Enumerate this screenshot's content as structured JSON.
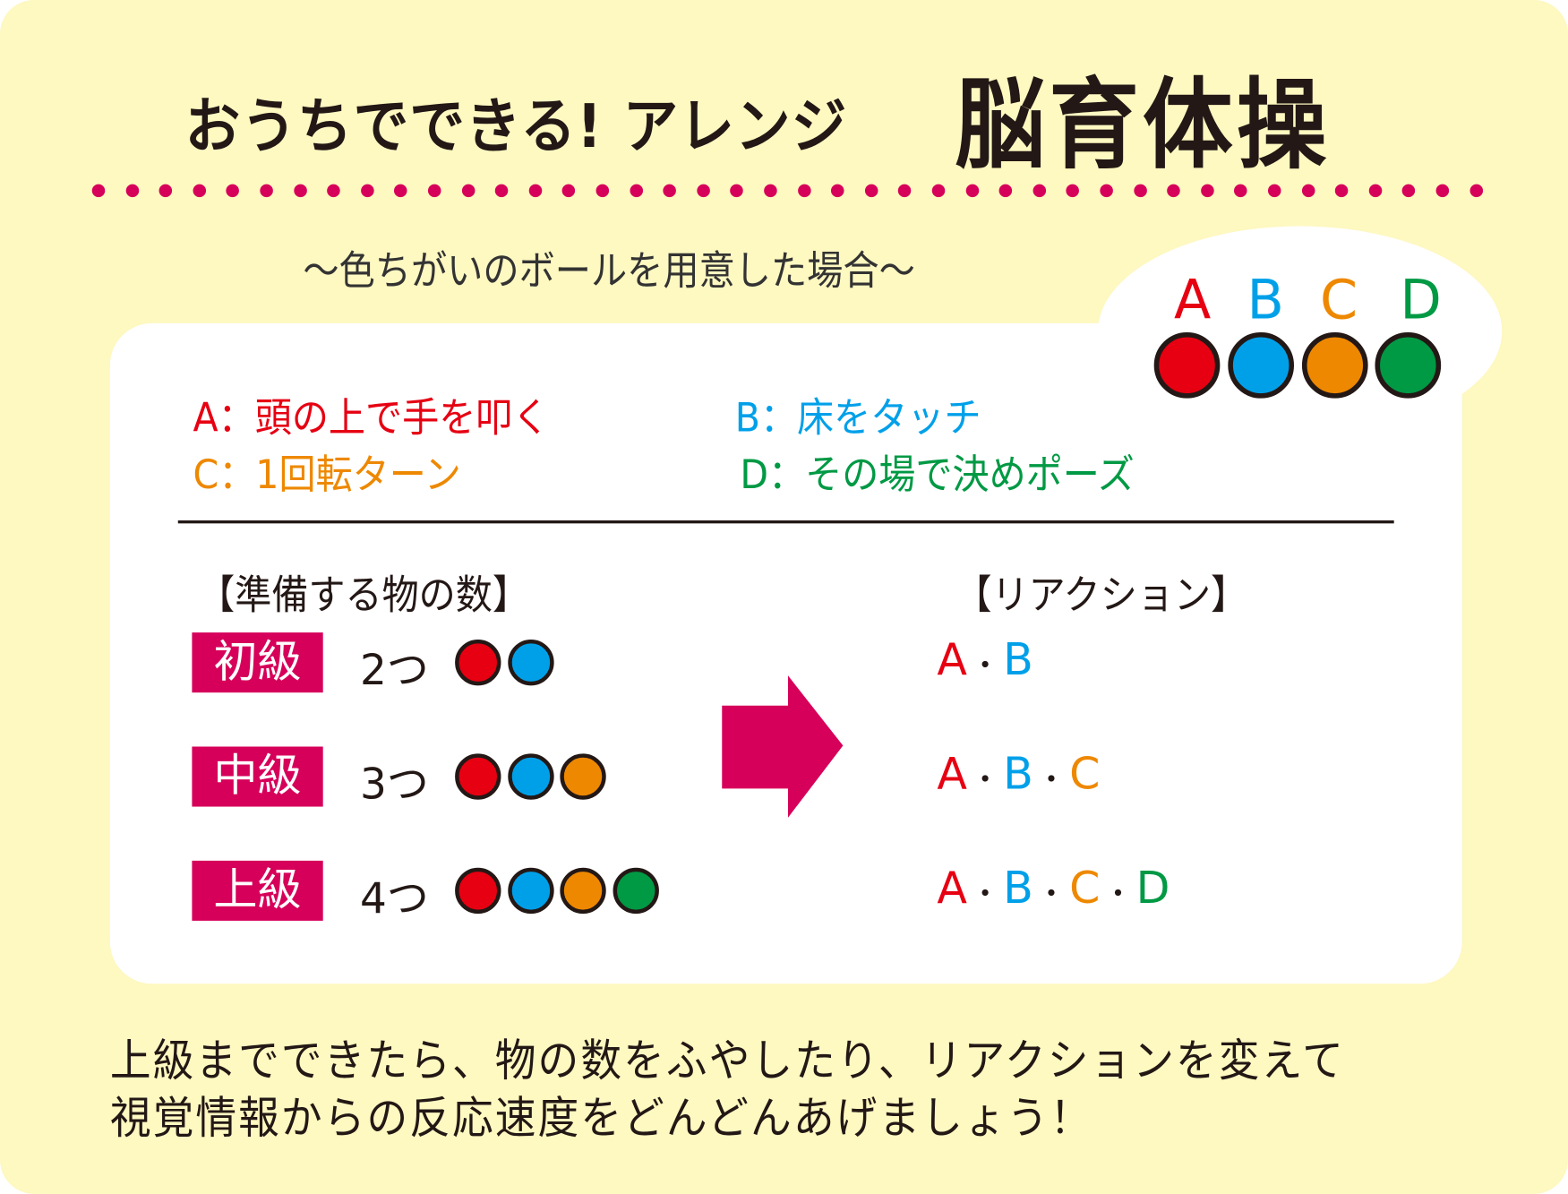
{
  "title": {
    "main": "おうちでできる! アレンジ",
    "emphasis": "脳育体操"
  },
  "subtitle": "～色ちがいのボールを用意した場合～",
  "colors": {
    "A": "#e60012",
    "B": "#00a0e9",
    "C": "#ee8800",
    "D": "#009944",
    "accent": "#d6005a",
    "background": "#fef8c1"
  },
  "ball_labels": [
    "A",
    "B",
    "C",
    "D"
  ],
  "legend": {
    "A": "A：頭の上で手を叩く",
    "B": "B：床をタッチ",
    "C": "C：1回転ターン",
    "D": "D：その場で決めポーズ"
  },
  "headers": {
    "items": "【準備する物の数】",
    "reaction": "【リアクション】"
  },
  "levels": [
    {
      "label": "初級",
      "count": "2つ",
      "balls": [
        "A",
        "B"
      ]
    },
    {
      "label": "中級",
      "count": "3つ",
      "balls": [
        "A",
        "B",
        "C"
      ]
    },
    {
      "label": "上級",
      "count": "4つ",
      "balls": [
        "A",
        "B",
        "C",
        "D"
      ]
    }
  ],
  "separator": "・",
  "footer": {
    "line1": "上級までできたら、物の数をふやしたり、リアクションを変えて",
    "line2": "視覚情報からの反応速度をどんどんあげましょう！"
  }
}
